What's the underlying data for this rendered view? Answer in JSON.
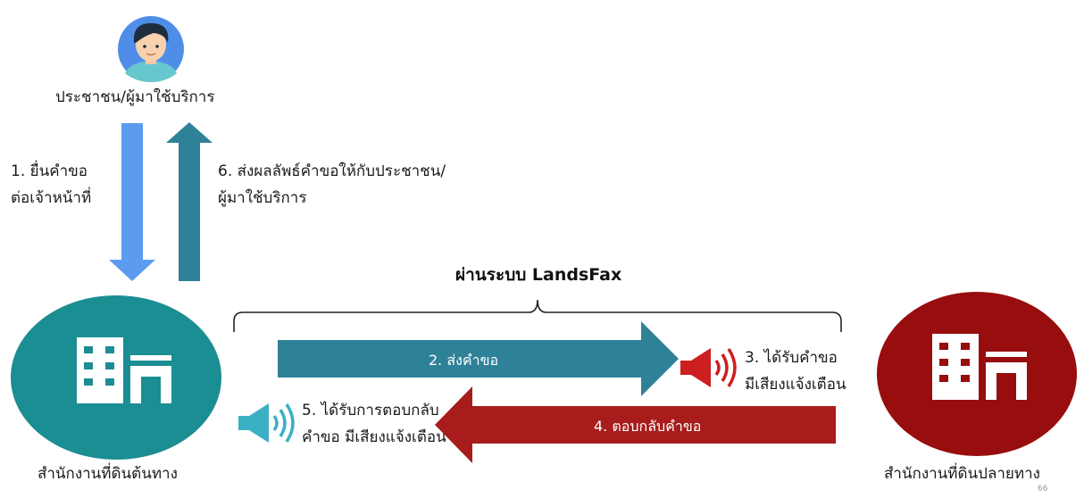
{
  "colors": {
    "teal_dark": "#1b8e93",
    "teal_arrow": "#2f8197",
    "blue_arrow": "#5b9bf0",
    "red_dark": "#980d0d",
    "red_arrow": "#a81c1c",
    "speaker_red": "#cc1f1f",
    "speaker_teal": "#3bb0c4"
  },
  "icons": {
    "user": "user-avatar-icon",
    "origin_office": "building-icon",
    "dest_office": "building-icon",
    "alert_dest": "speaker-alert-icon",
    "alert_origin": "speaker-alert-icon"
  },
  "user": {
    "label": "ประชาชน/ผู้มาใช้บริการ"
  },
  "step1": {
    "line1": "1. ยื่นคำขอ",
    "line2": "ต่อเจ้าหน้าที่"
  },
  "step6": {
    "line1": "6. ส่งผลลัพธ์คำขอให้กับประชาชน/",
    "line2": "ผู้มาใช้บริการ"
  },
  "channel": {
    "label": "ผ่านระบบ LandsFax"
  },
  "step2": {
    "label": "2. ส่งคำขอ"
  },
  "step3": {
    "line1": "3. ได้รับคำขอ",
    "line2": "มีเสียงแจ้งเตือน"
  },
  "step4": {
    "label": "4. ตอบกลับคำขอ"
  },
  "step5": {
    "line1": "5. ได้รับการตอบกลับ",
    "line2": "คำขอ มีเสียงแจ้งเตือน"
  },
  "origin_office": {
    "label": "สำนักงานที่ดินต้นทาง"
  },
  "dest_office": {
    "label": "สำนักงานที่ดินปลายทาง"
  },
  "page_number": "66"
}
